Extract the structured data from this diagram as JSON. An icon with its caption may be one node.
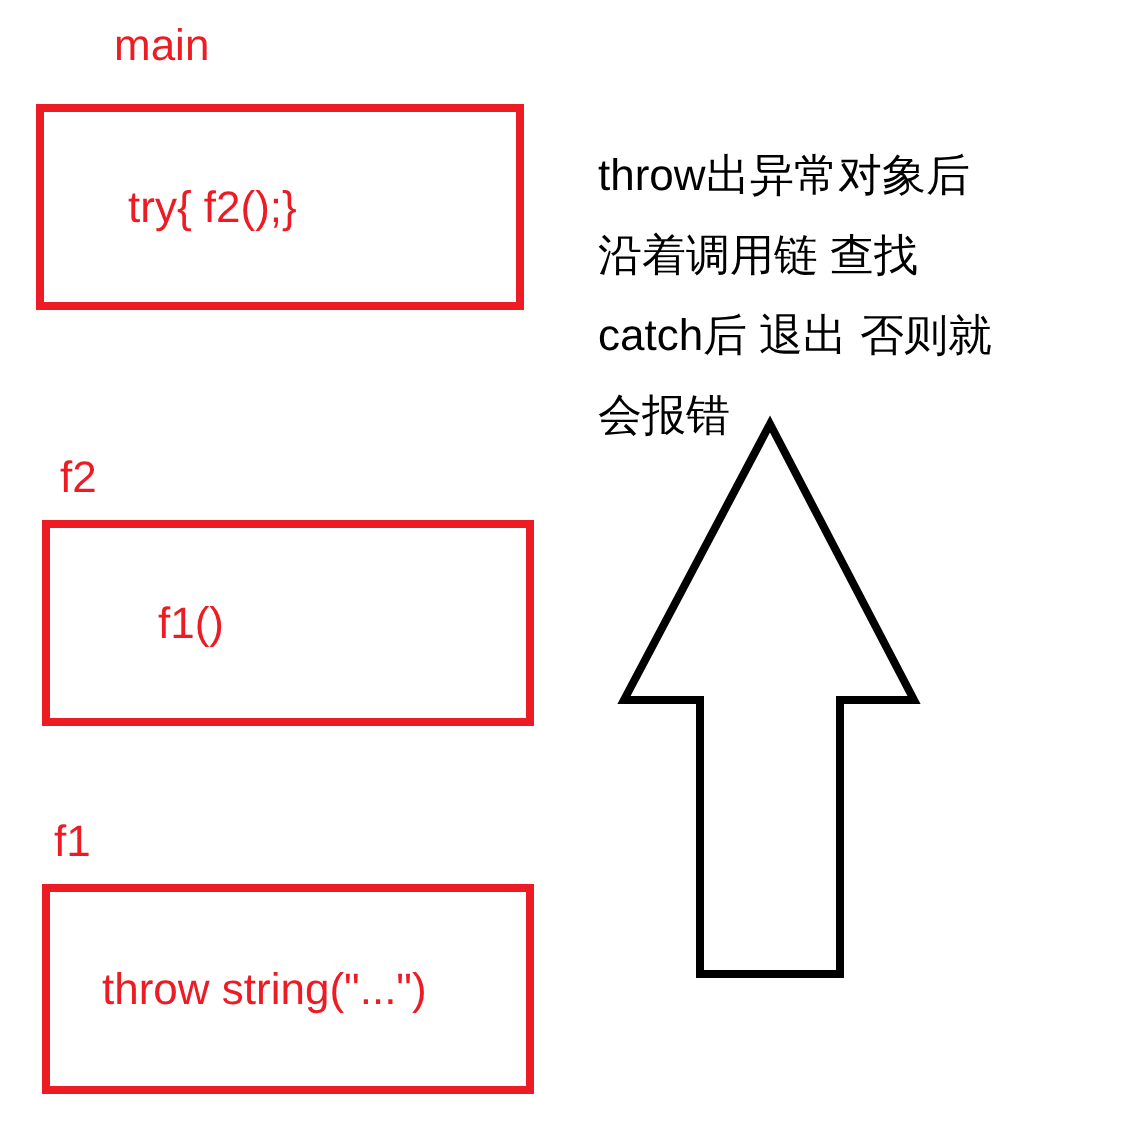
{
  "diagram": {
    "nodes": [
      {
        "text": [
          "main",
          "try{ f2();}"
        ]
      },
      {
        "text": [
          "f2",
          "f1()"
        ]
      },
      {
        "text": [
          "f1",
          "throw string(\"...\")"
        ]
      }
    ],
    "labels": [
      "throw出异常对象后沿着调用链 查找catch后 退出 否则就会报错"
    ]
  }
}
